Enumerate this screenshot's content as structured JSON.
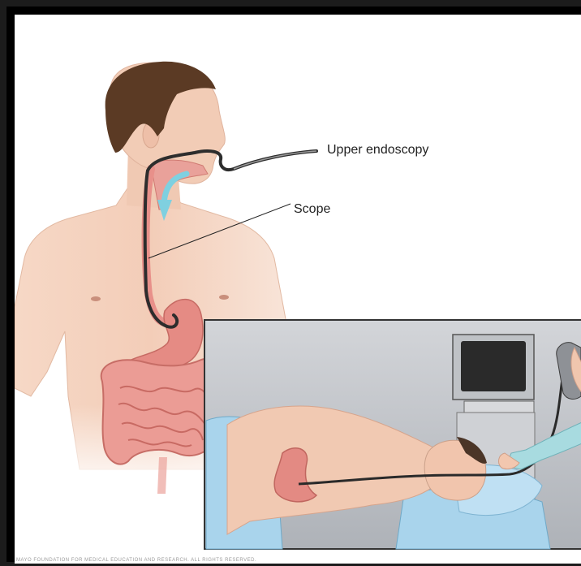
{
  "labels": {
    "upper_endoscopy": "Upper endoscopy",
    "scope": "Scope"
  },
  "footer": {
    "copyright": "MAYO FOUNDATION FOR MEDICAL EDUCATION AND RESEARCH. ALL RIGHTS RESERVED."
  },
  "colors": {
    "frame": "#000000",
    "background": "#ffffff",
    "skin": "#f2cdb8",
    "organ": "#e07a7a",
    "scope": "#3a3a3a",
    "arrow": "#7fd0e0",
    "inset_bg": "#c9cbcf",
    "drape": "#a9d4ec"
  }
}
